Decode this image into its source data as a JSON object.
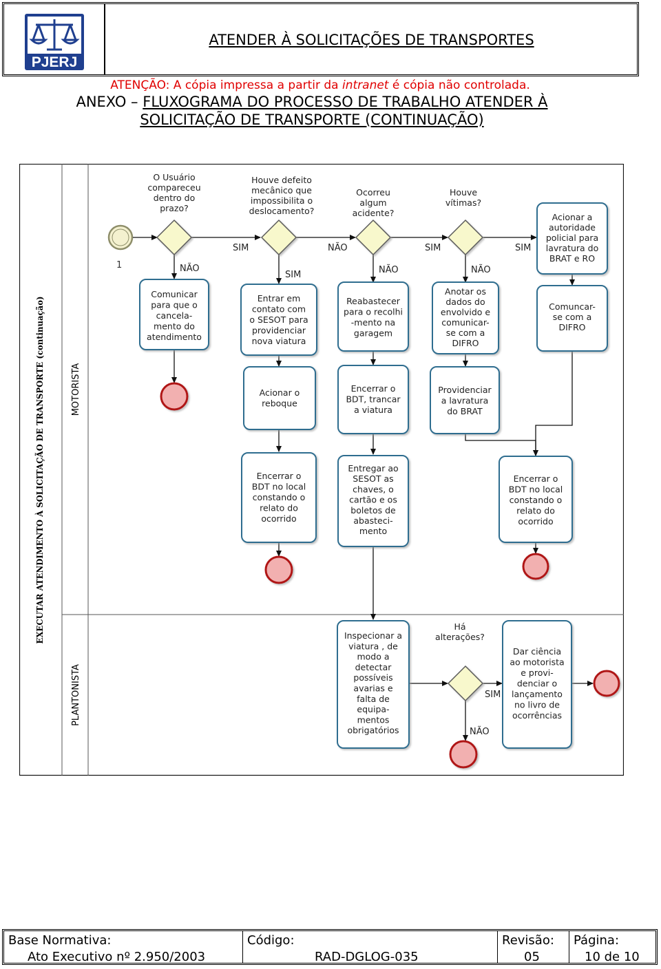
{
  "header": {
    "logo_text": "PJERJ",
    "title": "ATENDER À SOLICITAÇÕES DE TRANSPORTES"
  },
  "warning": {
    "prefix": "ATENÇÃO: A cópia impressa a partir da ",
    "emphasis": "intranet",
    "suffix": " é cópia não controlada."
  },
  "annex": {
    "label": "ANEXO – ",
    "title_line1": "FLUXOGRAMA DO PROCESSO DE TRABALHO ATENDER À",
    "title_line2": "SOLICITAÇÃO DE TRANSPORTE (CONTINUAÇÃO)"
  },
  "diagram": {
    "pool_label": "EXECUTAR ATENDIMENTO À SOLICITAÇÃO DE TRANSPORTE (continuação)",
    "lanes": [
      "MOTORISTA",
      "PLANTONISTA"
    ],
    "start_label": "1",
    "questions": {
      "q1": [
        "O Usuário",
        "compareceu",
        "dentro do",
        "prazo?"
      ],
      "q2": [
        "Houve defeito",
        "mecânico que",
        "impossibilita o",
        "deslocamento?"
      ],
      "q3": [
        "Ocorreu",
        "algum",
        "acidente?"
      ],
      "q4": [
        "Houve",
        "vítimas?"
      ],
      "q5": [
        "Há",
        "alterações?"
      ]
    },
    "flow_labels": {
      "sim": "SIM",
      "nao": "NÃO"
    },
    "tasks": {
      "t1": [
        "Comunicar",
        "para que o",
        "cancela-",
        "mento do",
        "atendimento"
      ],
      "t2": [
        "Entrar em",
        "contato com",
        "o SESOT para",
        "providenciar",
        "nova viatura"
      ],
      "t3": [
        "Reabastecer",
        "para o recolhi",
        "-mento na",
        "garagem"
      ],
      "t4": [
        "Anotar os",
        "dados do",
        "envolvido e",
        "comunicar-",
        "se com a",
        "DIFRO"
      ],
      "t5": [
        "Acionar a",
        "autoridade",
        "policial para",
        "lavratura do",
        "BRAT e RO"
      ],
      "t6": [
        "Comuncar-",
        "se com a",
        "DIFRO"
      ],
      "t7": [
        "Acionar o",
        "reboque"
      ],
      "t8": [
        "Encerrar o",
        "BDT, trancar",
        "a viatura"
      ],
      "t9": [
        "Providenciar",
        "a lavratura",
        "do BRAT"
      ],
      "t10": [
        "Encerrar o",
        "BDT no local",
        "constando o",
        "relato do",
        "ocorrido"
      ],
      "t11": [
        "Entregar ao",
        "SESOT as",
        "chaves, o",
        "cartão e os",
        "boletos de",
        "abasteci-",
        "mento"
      ],
      "t12": [
        "Encerrar o",
        "BDT no local",
        "constando o",
        "relato do",
        "ocorrido"
      ],
      "t13": [
        "Inspecionar a",
        "viatura , de",
        "modo a",
        "detectar",
        "possíveis",
        "avarias e",
        "falta de",
        "equipa-",
        "mentos",
        "obrigatórios"
      ],
      "t14": [
        "Dar ciência",
        "ao motorista",
        "e provi-",
        "denciar o",
        "lançamento",
        "no livro de",
        "ocorrências"
      ]
    }
  },
  "footer": {
    "base_label": "Base Normativa:",
    "base_value": "Ato Executivo nº 2.950/2003",
    "code_label": "Código:",
    "code_value": "RAD-DGLOG-035",
    "rev_label": "Revisão:",
    "rev_value": "05",
    "page_label": "Página:",
    "page_value": "10 de 10"
  },
  "colors": {
    "logo_blue": "#1f3f8f",
    "warning_red": "#e00000",
    "task_border": "#2f6d8f",
    "task_fill": "#ffffff",
    "gateway_fill": "#f8f8cc",
    "gateway_border": "#5a5a5a",
    "end_fill": "#f2b0b0",
    "end_border": "#b01818",
    "start_fill": "#f4f1cf",
    "start_border": "#8e8e6a"
  }
}
